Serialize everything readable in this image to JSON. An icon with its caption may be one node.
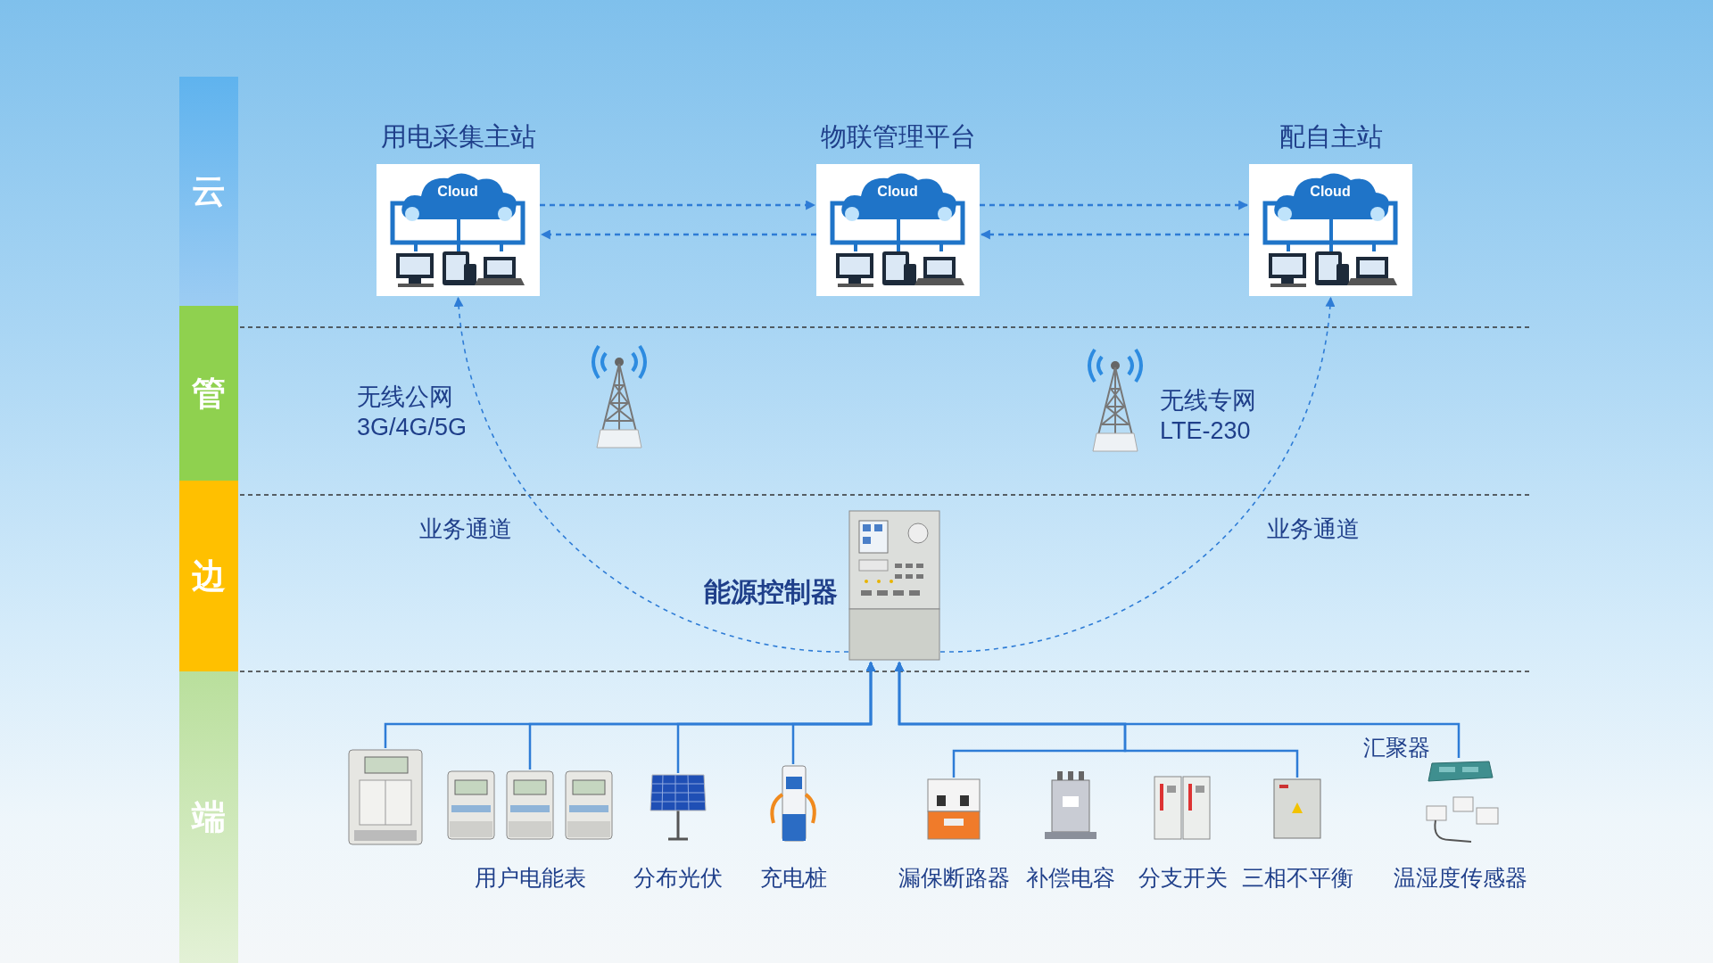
{
  "diagram": {
    "nodes": [
      {
        "text": [
          "云"
        ]
      },
      {
        "text": [
          "管"
        ]
      },
      {
        "text": [
          "边"
        ]
      },
      {
        "text": [
          "端"
        ]
      },
      {
        "text": [
          "用电采集主站"
        ]
      },
      {
        "text": [
          "物联管理平台"
        ]
      },
      {
        "text": [
          "配自主站"
        ]
      },
      {
        "text": [
          "能源控制器"
        ]
      },
      {
        "text": [],
        "shape": "picture"
      },
      {
        "text": [
          "用户电能表"
        ]
      },
      {
        "text": [
          "分布光伏"
        ]
      },
      {
        "text": [
          "充电桩"
        ]
      },
      {
        "text": [
          "漏保断路器"
        ]
      },
      {
        "text": [
          "补偿电容"
        ]
      },
      {
        "text": [
          "分支开关"
        ]
      },
      {
        "text": [
          "三相不平衡"
        ]
      },
      {
        "text": [
          "汇聚器"
        ]
      },
      {
        "text": [
          "温湿度传感器"
        ]
      }
    ],
    "edges": [
      {
        "from": 4,
        "to": 5,
        "arrow": "to",
        "style": "dashed"
      },
      {
        "from": 5,
        "to": 4,
        "arrow": "to",
        "style": "dashed"
      },
      {
        "from": 5,
        "to": 6,
        "arrow": "to",
        "style": "dashed"
      },
      {
        "from": 6,
        "to": 5,
        "arrow": "to",
        "style": "dashed"
      },
      {
        "from": 7,
        "to": 4,
        "arrow": "to",
        "style": "dashed",
        "label": "业务通道"
      },
      {
        "from": 7,
        "to": 6,
        "arrow": "to",
        "style": "dashed",
        "label": "业务通道"
      },
      {
        "from": 8,
        "to": 7,
        "arrow": "to"
      },
      {
        "from": 9,
        "to": 7,
        "arrow": "to"
      },
      {
        "from": 10,
        "to": 7,
        "arrow": "to"
      },
      {
        "from": 11,
        "to": 7,
        "arrow": "to"
      },
      {
        "from": 12,
        "to": 7,
        "arrow": "to"
      },
      {
        "from": 15,
        "to": 7,
        "arrow": "to"
      },
      {
        "from": 16,
        "to": 7,
        "arrow": "to"
      }
    ],
    "labels": [
      "Cloud",
      "Cloud",
      "Cloud",
      "无线公网 3G/4G/5G",
      "无线专网 LTE-230"
    ]
  }
}
